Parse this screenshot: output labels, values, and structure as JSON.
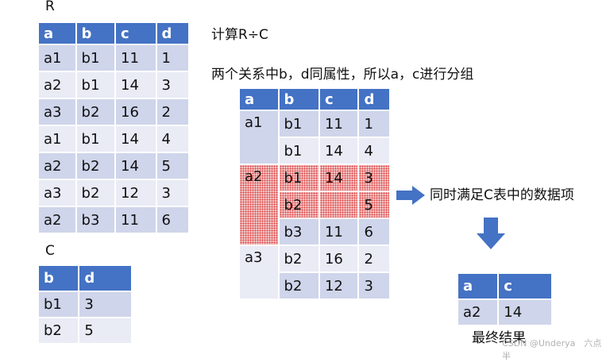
{
  "relation_r": {
    "title": "R",
    "columns": [
      "a",
      "b",
      "c",
      "d"
    ],
    "rows": [
      [
        "a1",
        "b1",
        "11",
        "1"
      ],
      [
        "a2",
        "b1",
        "14",
        "3"
      ],
      [
        "a3",
        "b2",
        "16",
        "2"
      ],
      [
        "a1",
        "b1",
        "14",
        "4"
      ],
      [
        "a2",
        "b2",
        "14",
        "5"
      ],
      [
        "a3",
        "b2",
        "12",
        "3"
      ],
      [
        "a2",
        "b3",
        "11",
        "6"
      ]
    ]
  },
  "relation_c": {
    "title": "C",
    "columns": [
      "b",
      "d"
    ],
    "rows": [
      [
        "b1",
        "3"
      ],
      [
        "b2",
        "5"
      ]
    ]
  },
  "compute_text": "计算R÷C",
  "group_text": "两个关系中b，d同属性，所以a，c进行分组",
  "grouped": {
    "columns": [
      "a",
      "b",
      "c",
      "d"
    ],
    "groups": [
      {
        "a": "a1",
        "rows": [
          [
            "b1",
            "11",
            "1"
          ],
          [
            "b1",
            "14",
            "4"
          ]
        ]
      },
      {
        "a": "a2",
        "rows": [
          [
            "b1",
            "14",
            "3"
          ],
          [
            "b2",
            "",
            "5"
          ],
          [
            "b3",
            "11",
            "6"
          ]
        ]
      },
      {
        "a": "a3",
        "rows": [
          [
            "b2",
            "16",
            "2"
          ],
          [
            "b2",
            "12",
            "3"
          ]
        ]
      }
    ]
  },
  "arrow_label": "同时满足C表中的数据项",
  "result": {
    "columns": [
      "a",
      "c"
    ],
    "rows": [
      [
        "a2",
        "14"
      ]
    ],
    "caption": "最终结果"
  },
  "watermark": "CSDN @Underya　六点半",
  "colors": {
    "header": "#4472c4",
    "row_dark": "#cfd5ea",
    "row_light": "#e9ebf5",
    "highlight": "#e05050"
  }
}
